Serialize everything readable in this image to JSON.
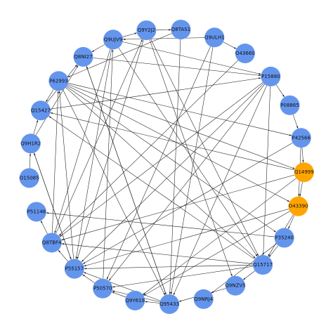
{
  "colors": {
    "default_node": "#6495ED",
    "highlight_node": "#FFA500",
    "edge": "#1a1a1a",
    "background": "#ffffff"
  },
  "nodes": [
    {
      "id": "Q8TAS1",
      "highlight": false
    },
    {
      "id": "Q9ULH1",
      "highlight": false
    },
    {
      "id": "O43660",
      "highlight": false
    },
    {
      "id": "P15880",
      "highlight": false
    },
    {
      "id": "P08865",
      "highlight": false
    },
    {
      "id": "P42566",
      "highlight": false
    },
    {
      "id": "Q14999",
      "highlight": true
    },
    {
      "id": "O43390",
      "highlight": true
    },
    {
      "id": "P35240",
      "highlight": false
    },
    {
      "id": "Q15717",
      "highlight": false
    },
    {
      "id": "Q9NZV5",
      "highlight": false
    },
    {
      "id": "Q9NRJ4",
      "highlight": false
    },
    {
      "id": "Q95433",
      "highlight": false
    },
    {
      "id": "Q9Y619",
      "highlight": false
    },
    {
      "id": "P50570",
      "highlight": false
    },
    {
      "id": "P55157",
      "highlight": false
    },
    {
      "id": "Q8TBF4",
      "highlight": false
    },
    {
      "id": "P51148",
      "highlight": false
    },
    {
      "id": "O15085",
      "highlight": false
    },
    {
      "id": "Q9H1R2",
      "highlight": false
    },
    {
      "id": "Q15427",
      "highlight": false
    },
    {
      "id": "P62993",
      "highlight": false
    },
    {
      "id": "Q8NI27",
      "highlight": false
    },
    {
      "id": "Q9UJV9",
      "highlight": false
    },
    {
      "id": "Q9Y2J2",
      "highlight": false
    }
  ],
  "edges": [
    [
      "P62993",
      "P42566"
    ],
    [
      "P62993",
      "Q14999"
    ],
    [
      "P62993",
      "O43390"
    ],
    [
      "P62993",
      "Q15717"
    ],
    [
      "P62993",
      "Q95433"
    ],
    [
      "P62993",
      "P35240"
    ],
    [
      "P62993",
      "Q15427"
    ],
    [
      "Q9UJV9",
      "Q9Y2J2"
    ],
    [
      "Q9UJV9",
      "Q8NI27"
    ],
    [
      "Q9UJV9",
      "P55157"
    ],
    [
      "Q9UJV9",
      "P15880"
    ],
    [
      "Q9UJV9",
      "Q15717"
    ],
    [
      "Q9UJV9",
      "Q8TBF4"
    ],
    [
      "Q9Y2J2",
      "Q8TAS1"
    ],
    [
      "Q9Y2J2",
      "Q15717"
    ],
    [
      "Q9Y2J2",
      "P55157"
    ],
    [
      "Q9Y2J2",
      "Q9NZV5"
    ],
    [
      "Q8TAS1",
      "Q95433"
    ],
    [
      "Q8TAS1",
      "P62993"
    ],
    [
      "Q9ULH1",
      "O43660"
    ],
    [
      "Q9ULH1",
      "Q9UJV9"
    ],
    [
      "Q9ULH1",
      "Q95433"
    ],
    [
      "Q9ULH1",
      "P50570"
    ],
    [
      "O43660",
      "Q8TBF4"
    ],
    [
      "P15880",
      "Q8TBF4"
    ],
    [
      "P15880",
      "P55157"
    ],
    [
      "P15880",
      "P50570"
    ],
    [
      "P15880",
      "Q95433"
    ],
    [
      "P15880",
      "P08865"
    ],
    [
      "P15880",
      "Q15717"
    ],
    [
      "P08865",
      "P42566"
    ],
    [
      "P42566",
      "Q14999"
    ],
    [
      "P42566",
      "O43390"
    ],
    [
      "P42566",
      "P55157"
    ],
    [
      "Q14999",
      "Q8TBF4"
    ],
    [
      "Q14999",
      "O43390"
    ],
    [
      "Q14999",
      "Q9Y619"
    ],
    [
      "Q14999",
      "Q15427"
    ],
    [
      "O43390",
      "Q15717"
    ],
    [
      "O43390",
      "P55157"
    ],
    [
      "O43390",
      "Q9Y619"
    ],
    [
      "O43390",
      "P35240"
    ],
    [
      "P35240",
      "Q15717"
    ],
    [
      "P35240",
      "P51148"
    ],
    [
      "P35240",
      "Q9NRJ4"
    ],
    [
      "Q15717",
      "Q9NZV5"
    ],
    [
      "Q15717",
      "P55157"
    ],
    [
      "Q15717",
      "P50570"
    ],
    [
      "Q15717",
      "Q8TBF4"
    ],
    [
      "Q15717",
      "Q15427"
    ],
    [
      "Q9NZV5",
      "Q95433"
    ],
    [
      "Q95433",
      "Q8NI27"
    ],
    [
      "Q95433",
      "P50570"
    ],
    [
      "Q95433",
      "Q9Y619"
    ],
    [
      "Q95433",
      "P55157"
    ],
    [
      "Q9Y619",
      "P50570"
    ],
    [
      "P50570",
      "P55157"
    ],
    [
      "P50570",
      "Q9UJV9"
    ],
    [
      "P55157",
      "Q8TBF4"
    ],
    [
      "P55157",
      "P62993"
    ],
    [
      "P55157",
      "Q9H1R2"
    ],
    [
      "Q8TBF4",
      "P51148"
    ],
    [
      "Q8TBF4",
      "P62993"
    ],
    [
      "Q8TBF4",
      "Q9Y2J2"
    ],
    [
      "Q9H1R2",
      "Q15427"
    ],
    [
      "Q9H1R2",
      "Q8NI27"
    ],
    [
      "Q9H1R2",
      "P55157"
    ],
    [
      "Q15427",
      "Q8NI27"
    ],
    [
      "Q15427",
      "P15880"
    ],
    [
      "O15085",
      "Q9H1R2"
    ],
    [
      "Q8NI27",
      "P15880"
    ],
    [
      "Q8NI27",
      "Q95433"
    ]
  ]
}
